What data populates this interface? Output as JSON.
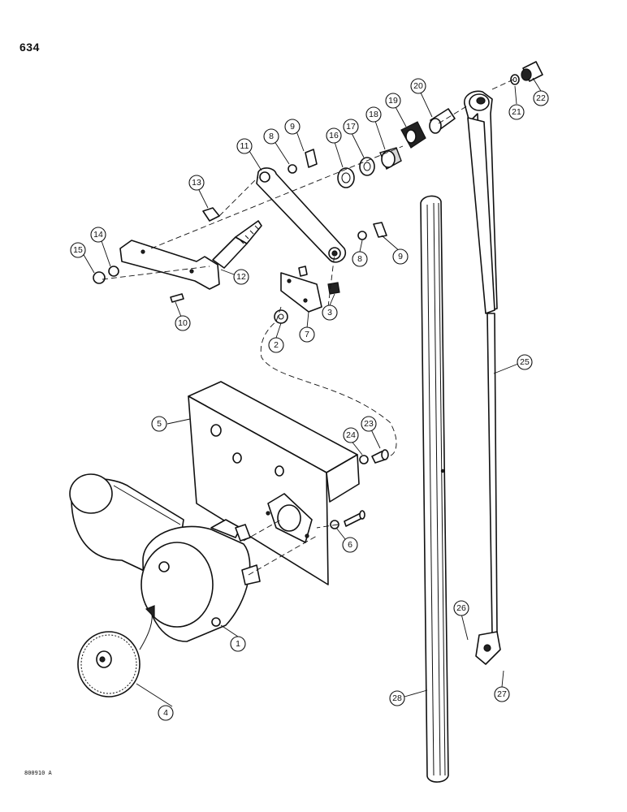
{
  "page": {
    "number": "634",
    "figure_code": "800910 A"
  },
  "callouts": [
    {
      "label": "1"
    },
    {
      "label": "2"
    },
    {
      "label": "3"
    },
    {
      "label": "4"
    },
    {
      "label": "5"
    },
    {
      "label": "6"
    },
    {
      "label": "7"
    },
    {
      "label": "8"
    },
    {
      "label": "8"
    },
    {
      "label": "9"
    },
    {
      "label": "9"
    },
    {
      "label": "10"
    },
    {
      "label": "11"
    },
    {
      "label": "12"
    },
    {
      "label": "13"
    },
    {
      "label": "14"
    },
    {
      "label": "15"
    },
    {
      "label": "16"
    },
    {
      "label": "17"
    },
    {
      "label": "18"
    },
    {
      "label": "19"
    },
    {
      "label": "20"
    },
    {
      "label": "21"
    },
    {
      "label": "22"
    },
    {
      "label": "23"
    },
    {
      "label": "24"
    },
    {
      "label": "25"
    },
    {
      "label": "26"
    },
    {
      "label": "27"
    },
    {
      "label": "28"
    }
  ]
}
